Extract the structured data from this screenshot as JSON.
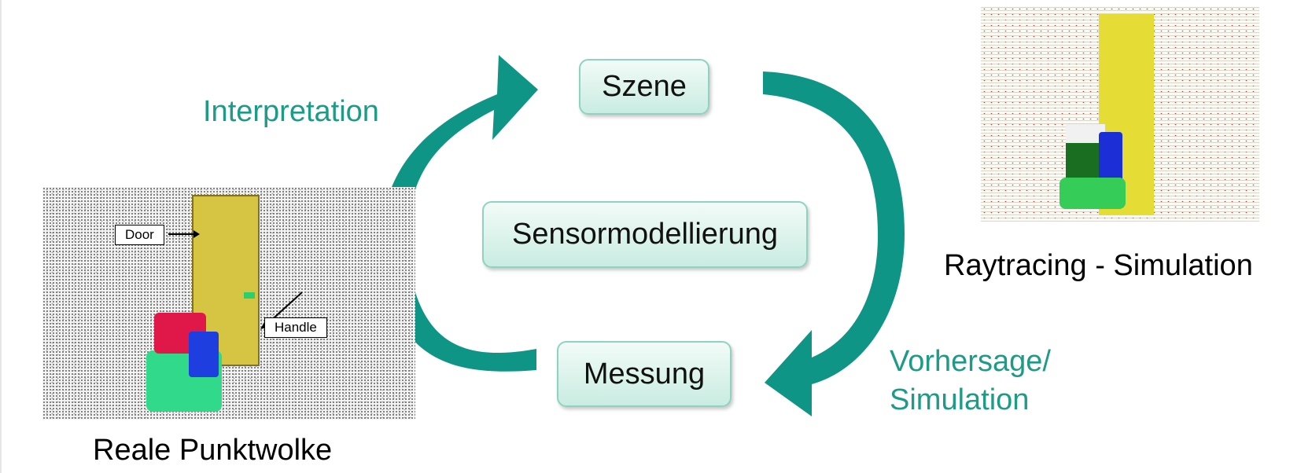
{
  "nodes": {
    "szene": "Szene",
    "sensormodellierung": "Sensormodellierung",
    "messung": "Messung"
  },
  "labels": {
    "interpretation": "Interpretation",
    "vorhersage_line1": "Vorhersage/",
    "vorhersage_line2": "Simulation"
  },
  "captions": {
    "left": "Reale Punktwolke",
    "right": "Raytracing - Simulation"
  },
  "photo_tags": {
    "door": "Door",
    "handle": "Handle"
  },
  "colors": {
    "arrow": "#0e9585",
    "edge_text": "#1d9b86",
    "node_fill": "#d4efe7",
    "node_border": "#8ed3c0"
  }
}
